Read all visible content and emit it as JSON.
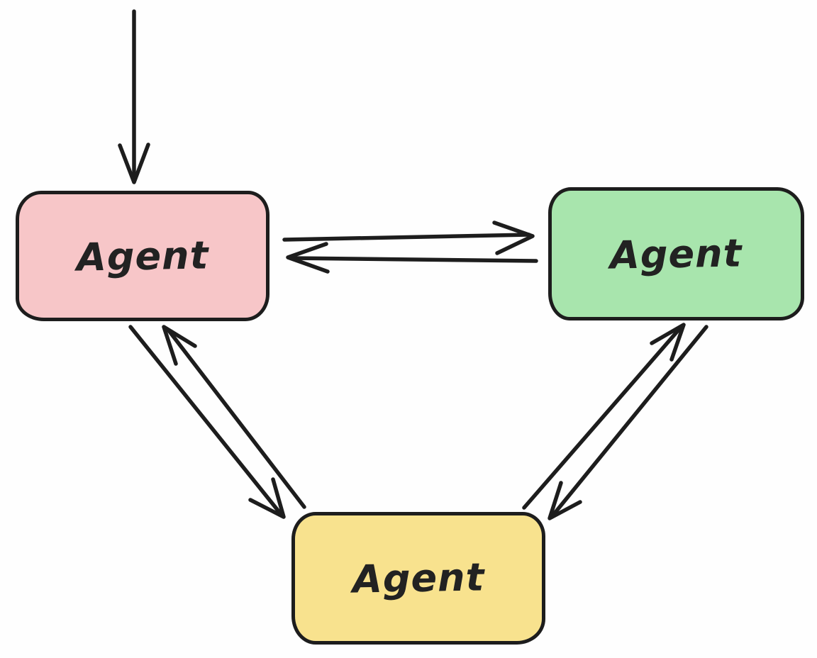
{
  "diagram": {
    "description": "Hand-drawn multi-agent communication diagram: three Agent nodes connected by bidirectional arrows, with one external input arrow entering the top-left agent",
    "background_color": "#fefefe",
    "line_color": "#1d1d1d",
    "stroke_style": "hand-drawn",
    "arrowhead_style": "open-v",
    "nodes": [
      {
        "id": "agent-top-left",
        "label": "Agent",
        "fill_color": "#f7c6c8",
        "position": "top-left"
      },
      {
        "id": "agent-top-right",
        "label": "Agent",
        "fill_color": "#a8e5ad",
        "position": "top-right"
      },
      {
        "id": "agent-bottom",
        "label": "Agent",
        "fill_color": "#f8e28e",
        "position": "bottom-center"
      }
    ],
    "edges": [
      {
        "id": "external-input-to-top-left",
        "from": "external-top",
        "to": "agent-top-left",
        "direction": "down"
      },
      {
        "id": "top-left-to-top-right",
        "from": "agent-top-left",
        "to": "agent-top-right",
        "direction": "right"
      },
      {
        "id": "top-right-to-top-left",
        "from": "agent-top-right",
        "to": "agent-top-left",
        "direction": "left"
      },
      {
        "id": "top-left-to-bottom",
        "from": "agent-top-left",
        "to": "agent-bottom",
        "direction": "down-right"
      },
      {
        "id": "bottom-to-top-left",
        "from": "agent-bottom",
        "to": "agent-top-left",
        "direction": "up-left"
      },
      {
        "id": "bottom-to-top-right",
        "from": "agent-bottom",
        "to": "agent-top-right",
        "direction": "up-right"
      },
      {
        "id": "top-right-to-bottom",
        "from": "agent-top-right",
        "to": "agent-bottom",
        "direction": "down-left"
      }
    ]
  }
}
